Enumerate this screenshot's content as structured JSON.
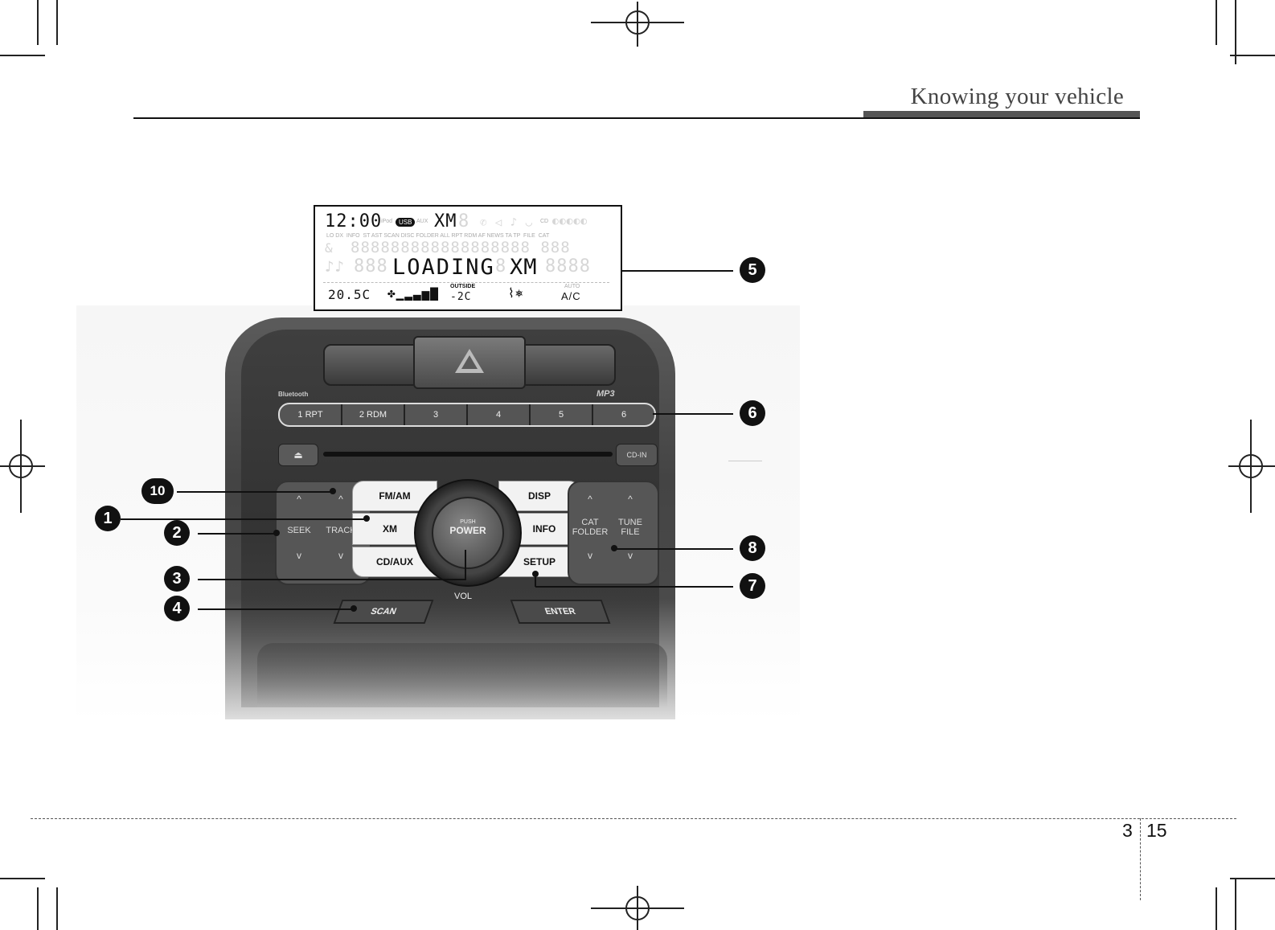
{
  "header": {
    "section_title": "Knowing your vehicle"
  },
  "footer": {
    "chapter": "3",
    "page": "15"
  },
  "lcd": {
    "clock": "12:00",
    "usb_badge": "USB",
    "ipod_label": "iPod",
    "aux_label": "AUX",
    "band": "XM",
    "cd_label": "CD",
    "status_labels": "LO DX  INFO  ST AST SCAN DISC FOLDER ALL RPT RDM AF NEWS TA TP  FILE  CAT",
    "main_text": "LOADING",
    "main_text_2": "XM",
    "temp_display": "20.5C",
    "outside_label": "OUTSIDE",
    "outside_temp": "-2C",
    "auto_label": "AUTO",
    "ac_label": "A/C"
  },
  "radio": {
    "bluetooth_label": "Bluetooth",
    "mp3_label": "MP3",
    "presets": [
      "1 RPT",
      "2 RDM",
      "3",
      "4",
      "5",
      "6"
    ],
    "eject_symbol": "⏏",
    "cd_in_label": "CD-IN",
    "seek_label": "SEEK",
    "track_label": "TRACK",
    "fmam_label": "FM/AM",
    "xm_label": "XM",
    "cdaux_label": "CD/AUX",
    "disp_label": "DISP",
    "info_label": "INFO",
    "setup_label": "SETUP",
    "cat_folder_label": "CAT\nFOLDER",
    "tune_file_label": "TUNE\nFILE",
    "push_label": "PUSH",
    "power_label": "POWER",
    "vol_label": "VOL",
    "scan_label": "SCAN",
    "enter_label": "ENTER",
    "up_arrow": "^",
    "down_arrow": "v"
  },
  "callouts": {
    "c1": "1",
    "c2": "2",
    "c3": "3",
    "c4": "4",
    "c5": "5",
    "c6": "6",
    "c7": "7",
    "c8": "8",
    "c10": "10"
  }
}
